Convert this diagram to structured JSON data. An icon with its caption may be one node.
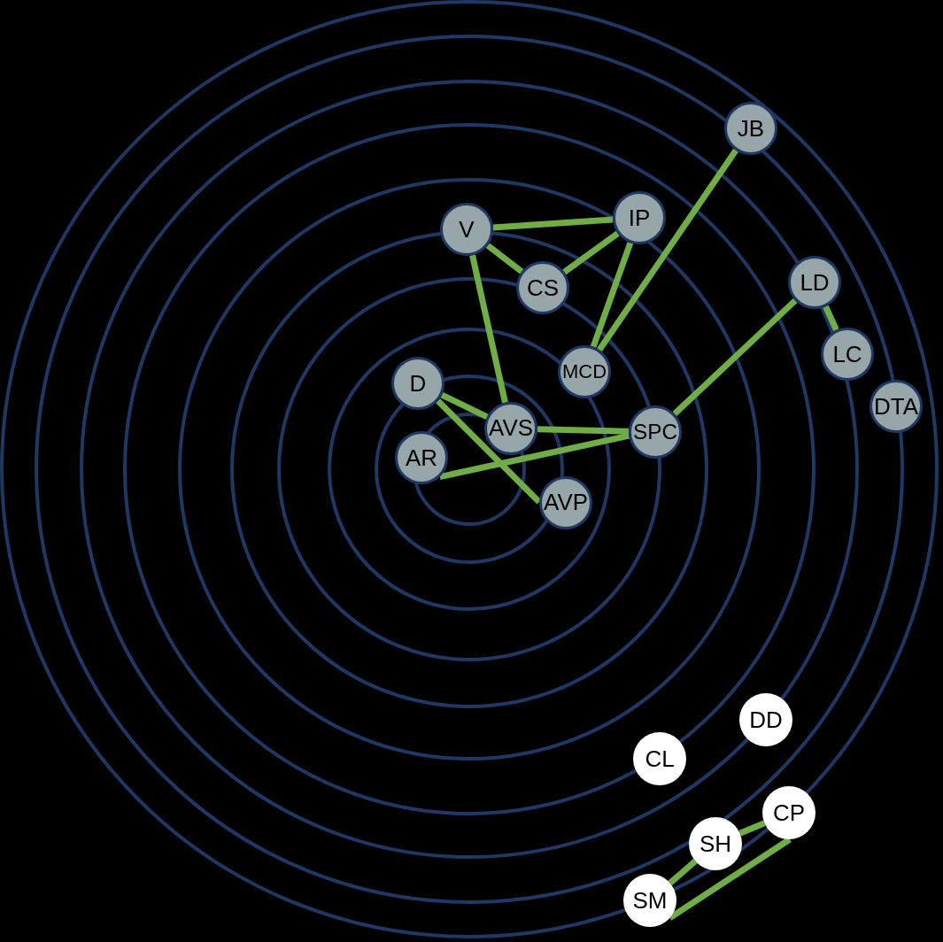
{
  "diagram": {
    "nodes": [
      {
        "text": [
          "JB"
        ]
      },
      {
        "text": [
          "IP"
        ]
      },
      {
        "text": [
          "V"
        ]
      },
      {
        "text": [
          "LD"
        ]
      },
      {
        "text": [
          "CS"
        ]
      },
      {
        "text": [
          "LC"
        ]
      },
      {
        "text": [
          "MCD"
        ]
      },
      {
        "text": [
          "D"
        ]
      },
      {
        "text": [
          "DTA"
        ]
      },
      {
        "text": [
          "AVS"
        ]
      },
      {
        "text": [
          "SPC"
        ]
      },
      {
        "text": [
          "AR"
        ]
      },
      {
        "text": [
          "AVP"
        ]
      },
      {
        "text": [
          "DD"
        ]
      },
      {
        "text": [
          "CL"
        ]
      },
      {
        "text": [
          "CP"
        ]
      },
      {
        "text": [
          "SH"
        ]
      },
      {
        "text": [
          "SM"
        ]
      }
    ],
    "edges": [
      {
        "from": 2,
        "to": 1,
        "arrow": "none"
      },
      {
        "from": 2,
        "to": 4,
        "arrow": "none"
      },
      {
        "from": 4,
        "to": 1,
        "arrow": "none"
      },
      {
        "from": 2,
        "to": 9,
        "arrow": "none"
      },
      {
        "from": 1,
        "to": 6,
        "arrow": "none"
      },
      {
        "from": 0,
        "to": 6,
        "arrow": "none"
      },
      {
        "from": 3,
        "to": 10,
        "arrow": "none"
      },
      {
        "from": 3,
        "to": 5,
        "arrow": "none"
      },
      {
        "from": 7,
        "to": 9,
        "arrow": "none"
      },
      {
        "from": 7,
        "to": 12,
        "arrow": "none"
      },
      {
        "from": 9,
        "to": 10,
        "arrow": "none"
      },
      {
        "from": 11,
        "to": 10,
        "arrow": "none"
      },
      {
        "from": 16,
        "to": 15,
        "arrow": "none"
      },
      {
        "from": 17,
        "to": 16,
        "arrow": "none"
      },
      {
        "from": 17,
        "to": 15,
        "arrow": "none"
      }
    ]
  }
}
